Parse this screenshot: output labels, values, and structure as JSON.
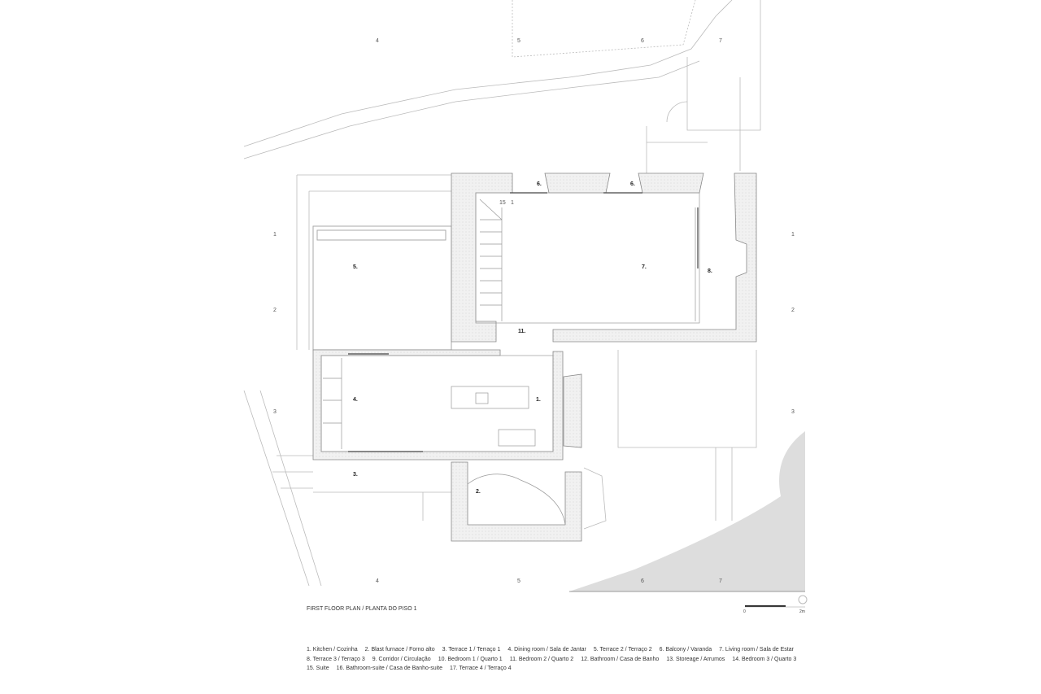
{
  "plan_title": "FIRST FLOOR PLAN / PLANTA DO PISO 1",
  "scale_bar": {
    "start": "0",
    "end": "2m"
  },
  "grid_labels": {
    "top": [
      "4",
      "5",
      "6",
      "7"
    ],
    "bottom": [
      "4",
      "5",
      "6",
      "7"
    ],
    "left": [
      "1",
      "2",
      "3"
    ],
    "right": [
      "1",
      "2",
      "3"
    ]
  },
  "room_tags": {
    "balcony_a": "6.",
    "balcony_b": "6.",
    "suite": "15",
    "bath": "1",
    "living": "7.",
    "terrace3": "8.",
    "terrace2": "5.",
    "bedroom2": "11.",
    "dining": "4.",
    "kitchen": "1.",
    "terrace1": "3.",
    "furnace": "2."
  },
  "legend": [
    "1. Kitchen / Cozinha",
    "2. Blast furnace / Forno alto",
    "3. Terrace 1 / Terraço 1",
    "4. Dining room / Sala de Jantar",
    "5. Terrace 2 / Terraço 2",
    "6. Balcony / Varanda",
    "7. Living room / Sala de Estar",
    "8. Terrace 3 / Terraço 3",
    "9. Corridor / Circulação",
    "10. Bedroom 1 / Quarto 1",
    "11. Bedroom 2 / Quarto 2",
    "12. Bathroom / Casa de Banho",
    "13. Storeage / Arrumos",
    "14. Bedroom 3 / Quarto 3",
    "15. Suite",
    "16. Bathroom-suite / Casa de Banho-suite",
    "17. Terrace 4 / Terraço 4"
  ]
}
